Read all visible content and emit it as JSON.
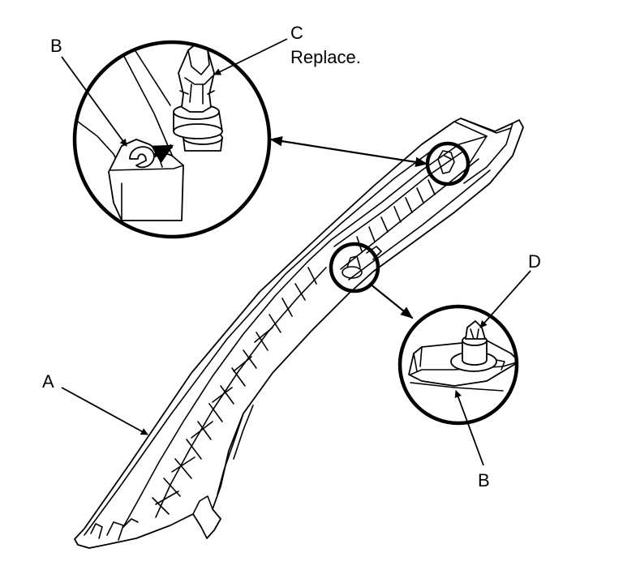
{
  "labels": {
    "a": "A",
    "b_top": "B",
    "b_bottom": "B",
    "c": "C",
    "c_note": "Replace.",
    "d": "D"
  }
}
